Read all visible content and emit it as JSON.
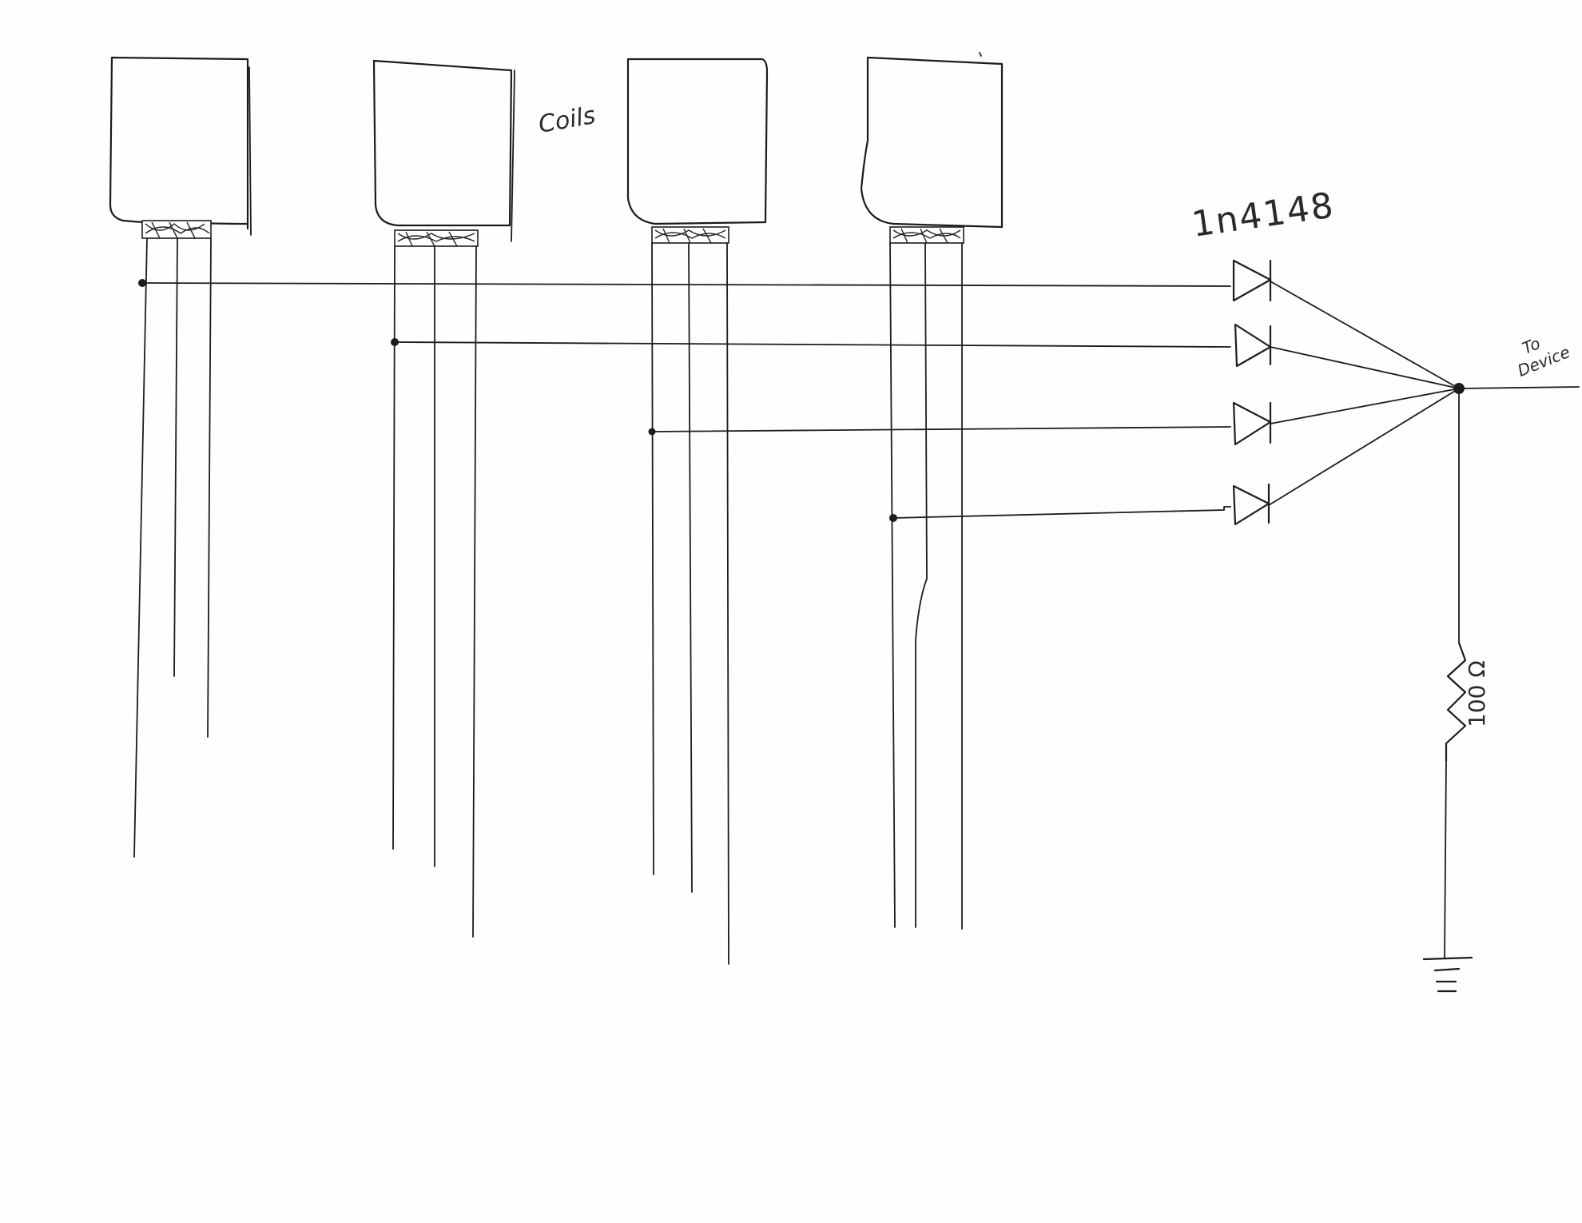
{
  "labels": {
    "coils": "Coils",
    "diode": "1n4148",
    "device_to": "To",
    "device_name": "Device",
    "resistor": "100 Ω"
  },
  "colors": {
    "ink": "#1c1c1c",
    "paper": "#fefefe"
  }
}
